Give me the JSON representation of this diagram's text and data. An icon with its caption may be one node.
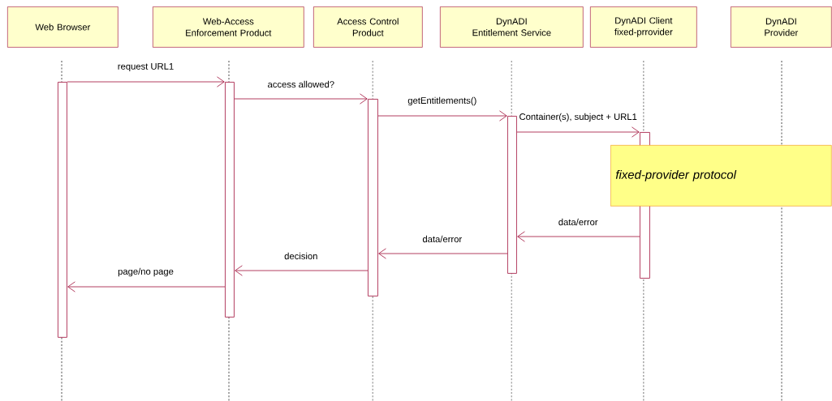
{
  "diagram": {
    "nodes": [
      {
        "text": [
          "Web Browser"
        ]
      },
      {
        "text": [
          "Web-Access Enforcement Product"
        ]
      },
      {
        "text": [
          "Access Control Product"
        ]
      },
      {
        "text": [
          "DynADI Entitlement Service"
        ]
      },
      {
        "text": [
          "DynADI Client fixed-prrovider"
        ]
      },
      {
        "text": [
          "DynADI Provider"
        ]
      },
      {
        "text": [],
        "shape": "bar"
      },
      {
        "text": [],
        "shape": "bar"
      },
      {
        "text": [],
        "shape": "bar"
      },
      {
        "text": [],
        "shape": "bar"
      },
      {
        "text": [],
        "shape": "bar"
      },
      {
        "text": [
          "fixed-provider protocol"
        ]
      }
    ],
    "edges": [
      {
        "from": 6,
        "to": 7,
        "arrow": "to",
        "label": "request URL1"
      },
      {
        "from": 7,
        "to": 8,
        "arrow": "to",
        "label": "access allowed?"
      },
      {
        "from": 8,
        "to": 9,
        "arrow": "to",
        "label": "getEntitlements()"
      },
      {
        "from": 9,
        "to": 10,
        "arrow": "to",
        "label": "Container(s), subject + URL1"
      },
      {
        "from": 10,
        "to": 9,
        "arrow": "to",
        "label": "data/error"
      },
      {
        "from": 9,
        "to": 8,
        "arrow": "to",
        "label": "data/error"
      },
      {
        "from": 8,
        "to": 7,
        "arrow": "to",
        "label": "decision"
      },
      {
        "from": 7,
        "to": 6,
        "arrow": "to",
        "label": "page/no page"
      }
    ]
  }
}
